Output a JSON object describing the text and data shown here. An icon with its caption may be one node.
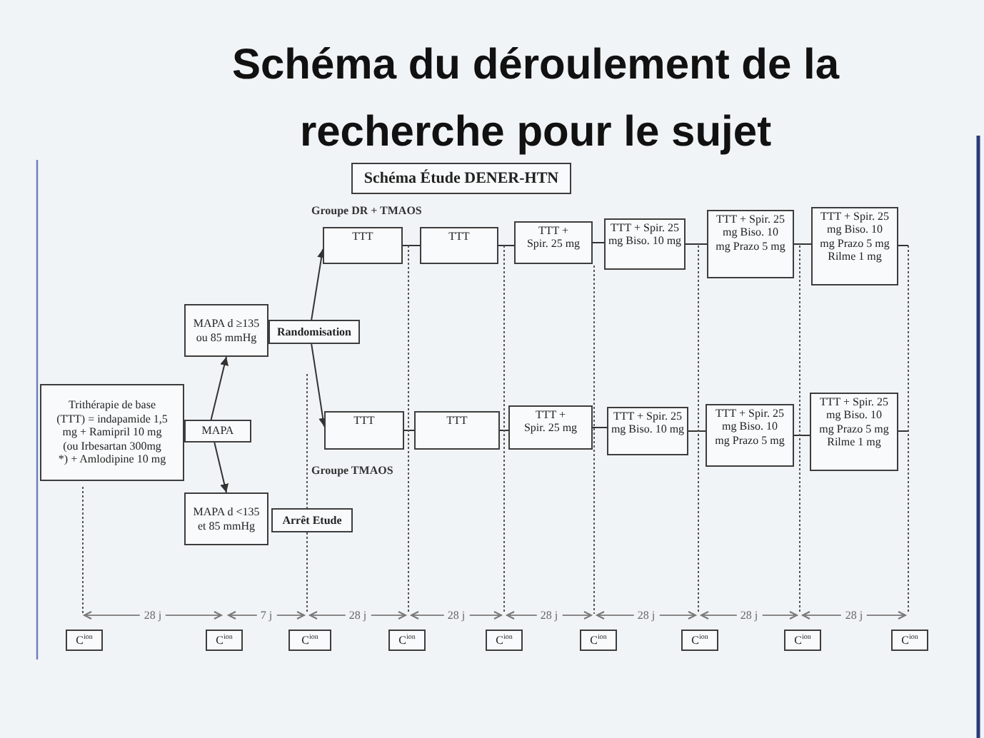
{
  "diagram": {
    "title": "Schéma du déroulement de la recherche pour le sujet",
    "nodes": [
      {
        "text": [
          "Schéma Étude DENER-HTN"
        ]
      },
      {
        "text": [
          "Trithérapie de base (TTT) = indapamide 1,5 mg + Ramipril 10 mg (ou Irbesartan 300mg *) + Amlodipine 10 mg"
        ]
      },
      {
        "text": [
          "MAPA"
        ]
      },
      {
        "text": [
          "MAPA d ≥135 ou 85 mmHg"
        ]
      },
      {
        "text": [
          "Randomisation"
        ]
      },
      {
        "text": [
          "MAPA d <135 et 85 mmHg"
        ]
      },
      {
        "text": [
          "Arrêt Etude"
        ]
      },
      {
        "text": [
          "TTT"
        ]
      },
      {
        "text": [
          "TTT"
        ]
      },
      {
        "text": [
          "TTT + Spir. 25 mg"
        ]
      },
      {
        "text": [
          "TTT + Spir. 25 mg Biso. 10 mg"
        ]
      },
      {
        "text": [
          "TTT + Spir. 25 mg Biso. 10 mg Prazo 5 mg"
        ]
      },
      {
        "text": [
          "TTT + Spir. 25 mg Biso. 10 mg Prazo 5 mg Rilme 1 mg"
        ]
      },
      {
        "text": [
          "TTT"
        ]
      },
      {
        "text": [
          "TTT"
        ]
      },
      {
        "text": [
          "TTT + Spir. 25 mg"
        ]
      },
      {
        "text": [
          "TTT + Spir. 25 mg Biso. 10 mg"
        ]
      },
      {
        "text": [
          "TTT + Spir. 25 mg Biso. 10 mg Prazo 5 mg"
        ]
      },
      {
        "text": [
          "TTT + Spir. 25 mg Biso. 10 mg Prazo 5 mg Rilme 1 mg"
        ]
      },
      {
        "text": [
          "C$^{ion}$"
        ]
      },
      {
        "text": [
          "C$^{ion}$"
        ]
      },
      {
        "text": [
          "C$^{ion}$"
        ]
      },
      {
        "text": [
          "C$^{ion}$"
        ]
      },
      {
        "text": [
          "C$^{ion}$"
        ]
      },
      {
        "text": [
          "C$^{ion}$"
        ]
      },
      {
        "text": [
          "C$^{ion}$"
        ]
      },
      {
        "text": [
          "C$^{ion}$"
        ]
      },
      {
        "text": [
          "C$^{ion}$"
        ]
      }
    ],
    "edges": [
      {
        "from": 2,
        "to": 3,
        "arrow": "to"
      },
      {
        "from": 2,
        "to": 5,
        "arrow": "to"
      },
      {
        "from": 4,
        "to": 7,
        "arrow": "to"
      },
      {
        "from": 4,
        "to": 13,
        "arrow": "to"
      },
      {
        "from": 7,
        "to": 8,
        "arrow": "none"
      },
      {
        "from": 8,
        "to": 9,
        "arrow": "none"
      },
      {
        "from": 9,
        "to": 10,
        "arrow": "none"
      },
      {
        "from": 10,
        "to": 11,
        "arrow": "none"
      },
      {
        "from": 11,
        "to": 12,
        "arrow": "none"
      },
      {
        "from": 13,
        "to": 14,
        "arrow": "none"
      },
      {
        "from": 14,
        "to": 15,
        "arrow": "none"
      },
      {
        "from": 15,
        "to": 16,
        "arrow": "none"
      },
      {
        "from": 16,
        "to": 17,
        "arrow": "none"
      },
      {
        "from": 17,
        "to": 18,
        "arrow": "none"
      }
    ],
    "labels": [
      "Groupe DR + TMAOS",
      "Groupe TMAOS",
      "28 j",
      "7 j",
      "28 j",
      "28 j",
      "28 j",
      "28 j",
      "28 j",
      "28 j"
    ]
  }
}
